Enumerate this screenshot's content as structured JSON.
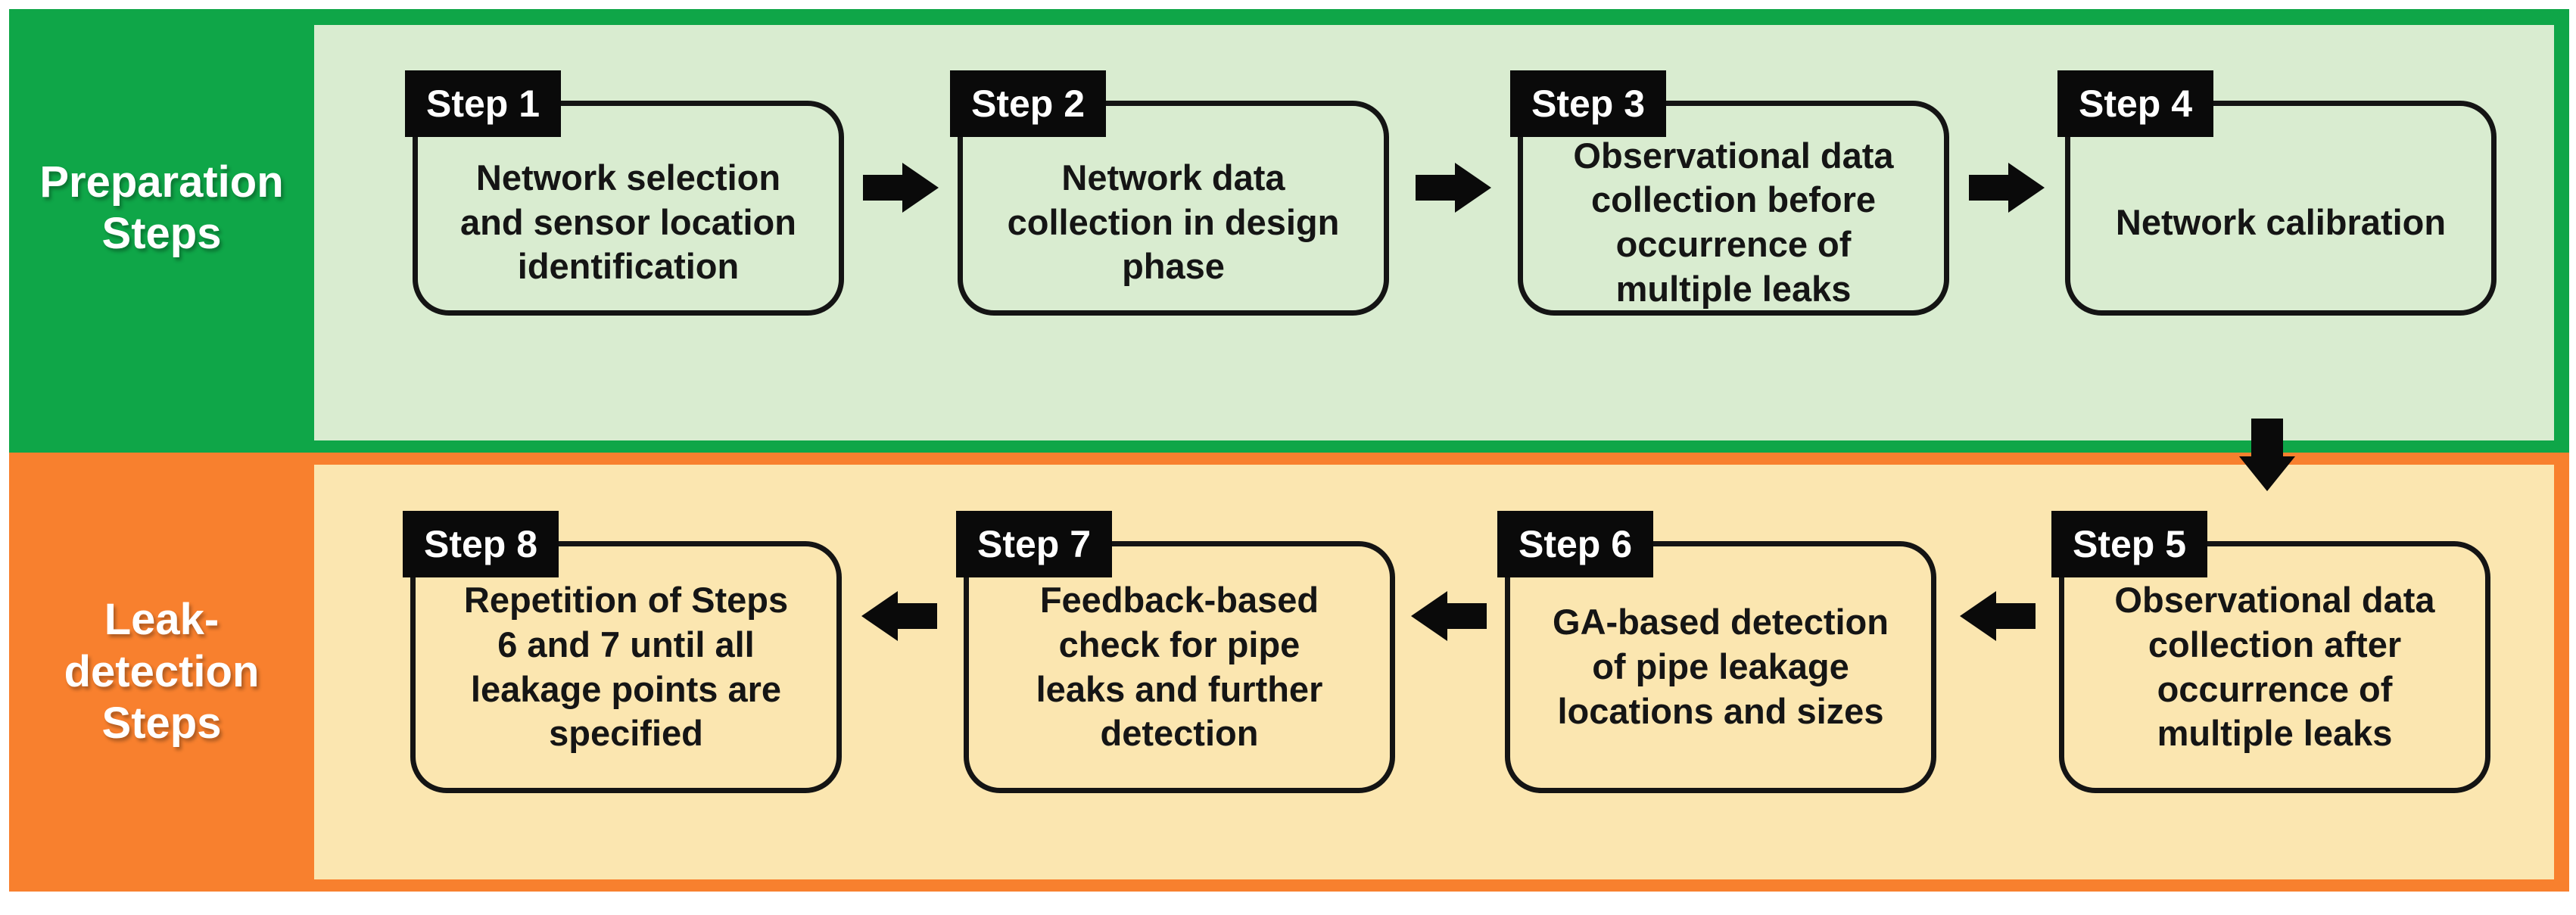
{
  "theme": {
    "page_bg": "#ffffff",
    "green": "#0fa648",
    "green_light": "#d9ecd0",
    "orange": "#f8802e",
    "orange_light": "#fbe6b0",
    "tag_bg": "#0a0a0a",
    "tag_text": "#ffffff",
    "box_border": "#141414",
    "box_text": "#151515",
    "label_text": "#ffffff",
    "arrow": "#0a0a0a"
  },
  "rows": [
    {
      "id": "preparation",
      "label": "Preparation\nSteps"
    },
    {
      "id": "leak-detection",
      "label": "Leak-\ndetection\nSteps"
    }
  ],
  "steps": [
    {
      "tag": "Step 1",
      "text": "Network selection\nand sensor location\nidentification"
    },
    {
      "tag": "Step 2",
      "text": "Network data\ncollection in design\nphase"
    },
    {
      "tag": "Step 3",
      "text": "Observational data\ncollection before\noccurrence of\nmultiple leaks"
    },
    {
      "tag": "Step 4",
      "text": "Network calibration"
    },
    {
      "tag": "Step 5",
      "text": "Observational data\ncollection after\noccurrence of\nmultiple leaks"
    },
    {
      "tag": "Step 6",
      "text": "GA-based detection\nof pipe leakage\nlocations and sizes"
    },
    {
      "tag": "Step 7",
      "text": "Feedback-based\ncheck for pipe\nleaks and further\ndetection"
    },
    {
      "tag": "Step 8",
      "text": "Repetition of Steps\n6 and 7 until all\nleakage points are\nspecified"
    }
  ],
  "flow": [
    {
      "from": "Step 1",
      "to": "Step 2",
      "direction": "right"
    },
    {
      "from": "Step 2",
      "to": "Step 3",
      "direction": "right"
    },
    {
      "from": "Step 3",
      "to": "Step 4",
      "direction": "right"
    },
    {
      "from": "Step 4",
      "to": "Step 5",
      "direction": "down"
    },
    {
      "from": "Step 5",
      "to": "Step 6",
      "direction": "left"
    },
    {
      "from": "Step 6",
      "to": "Step 7",
      "direction": "left"
    },
    {
      "from": "Step 7",
      "to": "Step 8",
      "direction": "left"
    }
  ]
}
